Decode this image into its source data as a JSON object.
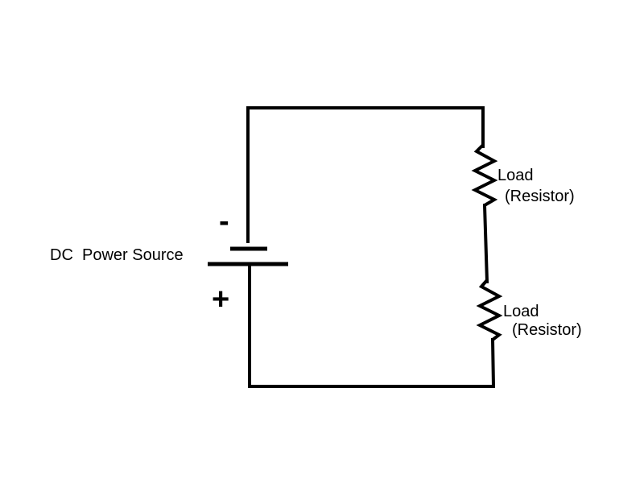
{
  "diagram": {
    "source": {
      "label": "DC  Power Source",
      "negative_sign": "-",
      "positive_sign": "+"
    },
    "loads": [
      {
        "line1": "Load",
        "line2": "(Resistor)"
      },
      {
        "line1": "Load",
        "line2": "(Resistor)"
      }
    ]
  },
  "colors": {
    "wire": "#000000",
    "background": "#ffffff"
  }
}
